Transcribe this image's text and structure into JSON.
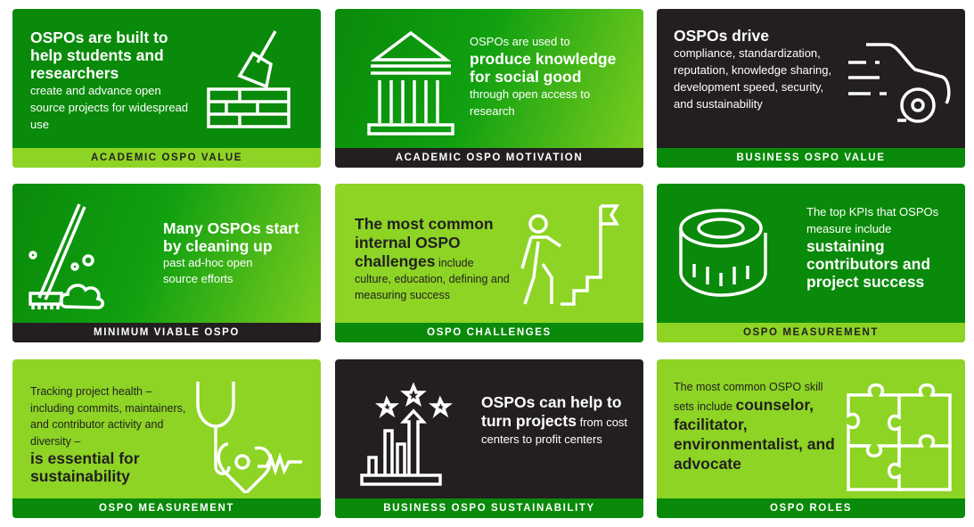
{
  "cards": [
    {
      "bold": "OSPOs are built to help students and researchers",
      "rest": "create and advance open source projects for widespread use",
      "footer": "ACADEMIC OSPO VALUE",
      "icon": "trowel-brick-wall-icon"
    },
    {
      "pre": "OSPOs are used to",
      "bold": "produce knowledge for social good",
      "rest": "through open access to research",
      "footer": "ACADEMIC OSPO MOTIVATION",
      "icon": "institution-pillar-icon"
    },
    {
      "bold": "OSPOs drive",
      "rest": "compliance, standardization, reputation, knowledge sharing, development speed, security, and sustainability",
      "footer": "BUSINESS OSPO VALUE",
      "icon": "fast-car-icon"
    },
    {
      "bold": "Many OSPOs start by cleaning up",
      "rest": "past ad-hoc open source efforts",
      "footer": "MINIMUM VIABLE OSPO",
      "icon": "mop-cleaning-icon"
    },
    {
      "bold": "The most common internal OSPO challenges",
      "rest": "include culture, education, defining and measuring success",
      "footer": "OSPO CHALLENGES",
      "icon": "person-climbing-stairs-flag-icon"
    },
    {
      "pre": "The top KPIs that OSPOs measure include",
      "bold": "sustaining contributors and project success",
      "footer": "OSPO MEASUREMENT",
      "icon": "measuring-tape-icon"
    },
    {
      "pre": "Tracking project health – including commits, maintainers, and contributor activity and diversity –",
      "bold": "is essential for sustainability",
      "footer": "OSPO MEASUREMENT",
      "icon": "stethoscope-heart-icon"
    },
    {
      "bold": "OSPOs can help to turn projects",
      "rest": "from cost centers to profit centers",
      "footer": "BUSINESS OSPO SUSTAINABILITY",
      "icon": "growth-chart-stars-icon"
    },
    {
      "pre": "The most common OSPO skill sets include",
      "bold": "counselor, facilitator, environmentalist, and advocate",
      "footer": "OSPO ROLES",
      "icon": "puzzle-pieces-icon"
    }
  ],
  "colors": {
    "dark_green": "#0a8a0a",
    "light_green": "#8dd425",
    "black": "#231f20"
  }
}
